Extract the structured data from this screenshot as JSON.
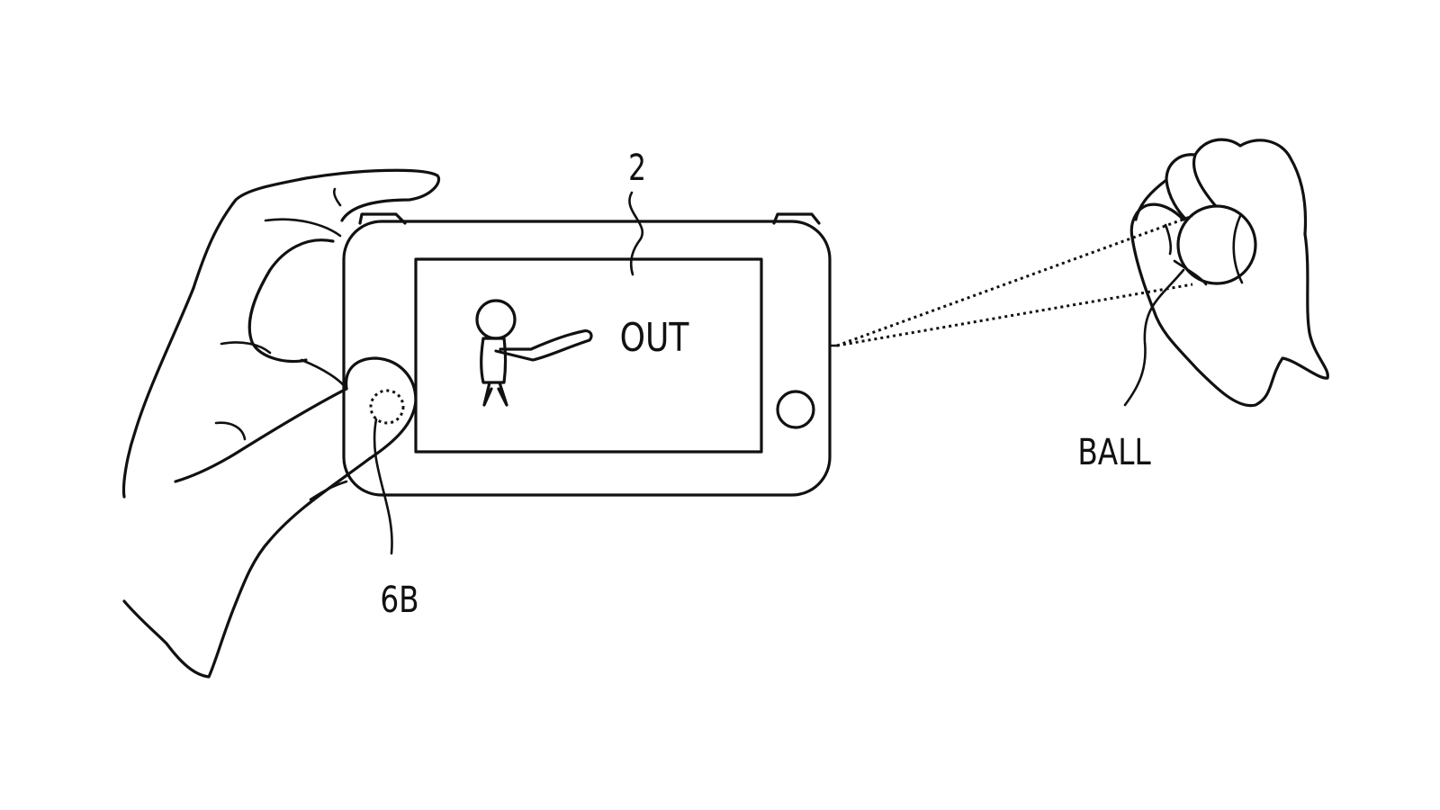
{
  "labels": {
    "device_ref": "2",
    "screen_text": "OUT",
    "button_ref": "6B",
    "ball_label": "BALL"
  },
  "colors": {
    "ink": "#111111",
    "background": "#ffffff"
  }
}
